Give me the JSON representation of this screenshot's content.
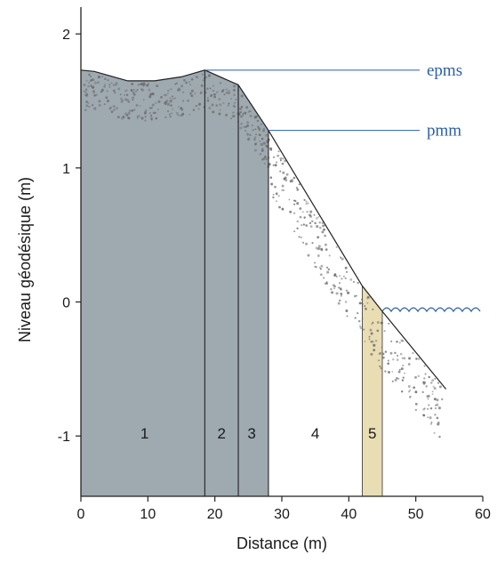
{
  "chart_data": {
    "type": "area",
    "title": "",
    "xlabel": "Distance (m)",
    "ylabel": "Niveau géodésique (m)",
    "xlim": [
      0,
      60
    ],
    "ylim": [
      -1.45,
      2.2
    ],
    "x_ticks": [
      "0",
      "10",
      "20",
      "30",
      "40",
      "50",
      "60"
    ],
    "y_ticks": [
      "-1",
      "0",
      "1",
      "2"
    ],
    "grid": false,
    "profile": {
      "x": [
        0,
        2,
        7,
        11,
        15,
        18.5,
        23.5,
        28,
        42,
        45,
        54.5
      ],
      "y": [
        1.73,
        1.72,
        1.65,
        1.65,
        1.68,
        1.73,
        1.62,
        1.28,
        0.12,
        -0.07,
        -0.65
      ]
    },
    "gray_sediment": {
      "x_start": 0,
      "x_end": 28,
      "color": "#9ea9b0"
    },
    "sand_band": {
      "x_start": 42,
      "x_end": 45,
      "color": "#e9ddb4"
    },
    "zone_boundaries_x": [
      18.5,
      23.5,
      28
    ],
    "zones": [
      {
        "label": "1",
        "x": 9.5
      },
      {
        "label": "2",
        "x": 21
      },
      {
        "label": "3",
        "x": 25.5
      },
      {
        "label": "4",
        "x": 35
      },
      {
        "label": "5",
        "x": 43.5
      }
    ],
    "zone_label_y": -1.02,
    "annotations": [
      {
        "label": "epms",
        "x": 18.5,
        "y": 1.73,
        "color": "#2a5fa5"
      },
      {
        "label": "pmm",
        "x": 28,
        "y": 1.28,
        "color": "#2a5fa5"
      }
    ],
    "water_level": {
      "y": -0.07,
      "x_start": 45,
      "x_end": 60,
      "color": "#2a5fa5"
    },
    "dot_color": "#6e6e6e"
  }
}
